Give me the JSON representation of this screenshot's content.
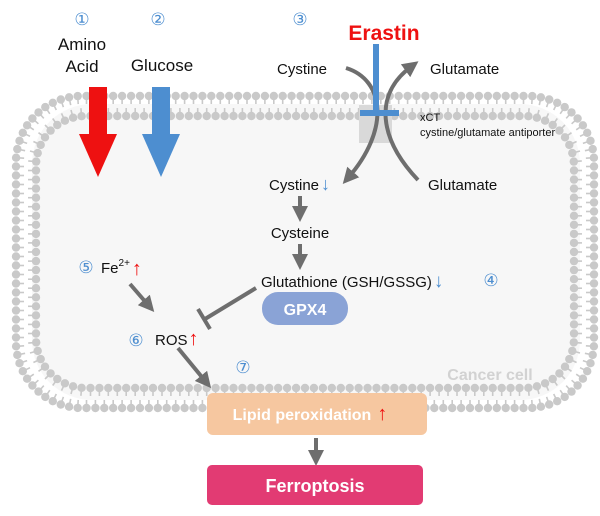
{
  "labels": {
    "n1": "①",
    "amino_line1": "Amino",
    "amino_line2": "Acid",
    "n2": "②",
    "glucose": "Glucose",
    "n3": "③",
    "erastin": "Erastin",
    "cystine_out": "Cystine",
    "glutamate_out": "Glutamate",
    "xct": "xCT",
    "xct_desc": "cystine/glutamate antiporter",
    "cystine_in": "Cystine",
    "glutamate_in": "Glutamate",
    "cysteine": "Cysteine",
    "glutathione": "Glutathione (GSH/GSSG)",
    "n4": "④",
    "gpx4": "GPX4",
    "n5": "⑤",
    "fe": "Fe",
    "fe_sup": "2+",
    "n6": "⑥",
    "ros": "ROS",
    "n7": "⑦",
    "cancer_cell": "Cancer cell",
    "lipid": "Lipid peroxidation",
    "ferroptosis": "Ferroptosis",
    "up_arrow": "↑",
    "down_arrow": "↓"
  },
  "colors": {
    "red": "#ee1111",
    "blue": "#4d8ed0",
    "gray_arrow": "#6e6e6e",
    "membrane": "#c9c9c9",
    "gpx4_fill": "#8aa3d6",
    "lipid_fill": "#f6c7a0",
    "ferroptosis_fill": "#e23b73",
    "cell_label": "#d2d2d2"
  }
}
